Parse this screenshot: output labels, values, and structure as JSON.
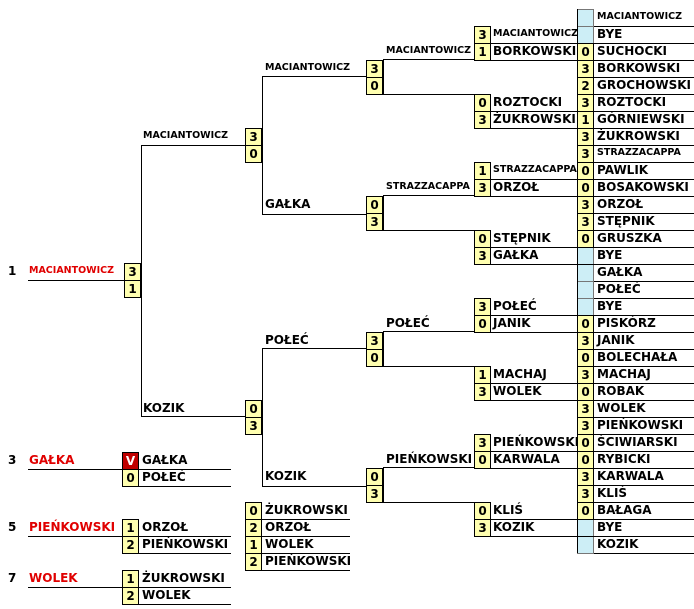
{
  "r1": {
    "top": [
      {
        "a": "MACIANTOWICZ",
        "sa": "",
        "b": "BYE",
        "sb": ""
      },
      {
        "a": "SUCHOCKI",
        "sa": "0",
        "b": "BORKOWSKI",
        "sb": "3"
      },
      {
        "a": "GROCHOWSKI",
        "sa": "2",
        "b": "ROZTOCKI",
        "sb": "3"
      },
      {
        "a": "GÓRNIEWSKI",
        "sa": "1",
        "b": "ŻUKROWSKI",
        "sb": "3"
      },
      {
        "a": "STRAZZACAPPA",
        "sa": "3",
        "b": "PAWLIK",
        "sb": "0"
      },
      {
        "a": "BOSAKOWSKI",
        "sa": "0",
        "b": "ORZOŁ",
        "sb": "3"
      },
      {
        "a": "STĘPNIK",
        "sa": "3",
        "b": "GRUSZKA",
        "sb": "0"
      },
      {
        "a": "BYE",
        "sa": "",
        "b": "GAŁKA",
        "sb": ""
      }
    ],
    "bottom": [
      {
        "a": "POŁEĆ",
        "sa": "",
        "b": "BYE",
        "sb": ""
      },
      {
        "a": "PISKÓRZ",
        "sa": "0",
        "b": "JANIK",
        "sb": "3"
      },
      {
        "a": "BOLECHAŁA",
        "sa": "0",
        "b": "MACHAJ",
        "sb": "3"
      },
      {
        "a": "ROBAK",
        "sa": "0",
        "b": "WOLEK",
        "sb": "3"
      },
      {
        "a": "PIEŃKOWSKI",
        "sa": "3",
        "b": "ŚCIWIARSKI",
        "sb": "0"
      },
      {
        "a": "RYBICKI",
        "sa": "0",
        "b": "KARWALA",
        "sb": "3"
      },
      {
        "a": "KLIŚ",
        "sa": "3",
        "b": "BAŁAGA",
        "sb": "0"
      },
      {
        "a": "BYE",
        "sa": "",
        "b": "KOZIK",
        "sb": ""
      }
    ]
  },
  "r2": {
    "top": [
      {
        "a": "MACIANTOWICZ",
        "sa": "3",
        "b": "BORKOWSKI",
        "sb": "1"
      },
      {
        "a": "ROZTOCKI",
        "sa": "0",
        "b": "ŻUKROWSKI",
        "sb": "3"
      },
      {
        "a": "STRAZZACAPPA",
        "sa": "1",
        "b": "ORZOŁ",
        "sb": "3"
      },
      {
        "a": "STĘPNIK",
        "sa": "0",
        "b": "GAŁKA",
        "sb": "3"
      }
    ],
    "bottom": [
      {
        "a": "POŁEĆ",
        "sa": "3",
        "b": "JANIK",
        "sb": "0"
      },
      {
        "a": "MACHAJ",
        "sa": "1",
        "b": "WOLEK",
        "sb": "3"
      },
      {
        "a": "PIEŃKOWSKI",
        "sa": "3",
        "b": "KARWALA",
        "sb": "0"
      },
      {
        "a": "KLIŚ",
        "sa": "0",
        "b": "KOZIK",
        "sb": "3"
      }
    ]
  },
  "r3": {
    "top": [
      {
        "a": "MACIANTOWICZ",
        "sa": "3",
        "b": "ŻUKROWSKI",
        "sb": "0"
      },
      {
        "a": "ORZOŁ",
        "sa": "0",
        "b": "GAŁKA",
        "sb": "3"
      }
    ],
    "bottom": [
      {
        "a": "POŁEĆ",
        "sa": "3",
        "b": "WOLEK",
        "sb": "0"
      },
      {
        "a": "PIEŃKOWSKI",
        "sa": "0",
        "b": "KOZIK",
        "sb": "3"
      }
    ]
  },
  "r4": {
    "top": {
      "a": "MACIANTOWICZ",
      "sa": "3",
      "b": "GAŁKA",
      "sb": "0"
    },
    "bottom": {
      "a": "POŁEĆ",
      "sa": "0",
      "b": "KOZIK",
      "sb": "3"
    }
  },
  "final": {
    "a": "MACIANTOWICZ",
    "sa": "3",
    "b": "KOZIK",
    "sb": "1"
  },
  "placings": {
    "first": {
      "num": "1",
      "name": "MACIANTOWICZ"
    },
    "third": {
      "num": "3",
      "name": "GAŁKA",
      "a": "GAŁKA",
      "sa": "V",
      "b": "POŁEĆ",
      "sb": "0"
    },
    "fifth": {
      "num": "5",
      "name": "PIEŃKOWSKI",
      "a": "ORZOŁ",
      "sa": "1",
      "b": "PIEŃKOWSKI",
      "sb": "2"
    },
    "fifth_semis": [
      {
        "a": "ŻUKROWSKI",
        "sa": "0",
        "b": "ORZOŁ",
        "sb": "2"
      },
      {
        "a": "WOLEK",
        "sa": "1",
        "b": "PIEŃKOWSKI",
        "sb": "2"
      }
    ],
    "seventh": {
      "num": "7",
      "name": "WOLEK",
      "a": "ŻUKROWSKI",
      "sa": "1",
      "b": "WOLEK",
      "sb": "2"
    }
  },
  "colors": {
    "score_bg": "#ffffb0",
    "first_col_bg": "#cdeef6",
    "highlight": "#e00000",
    "forfeit_bg": "#c00000"
  }
}
